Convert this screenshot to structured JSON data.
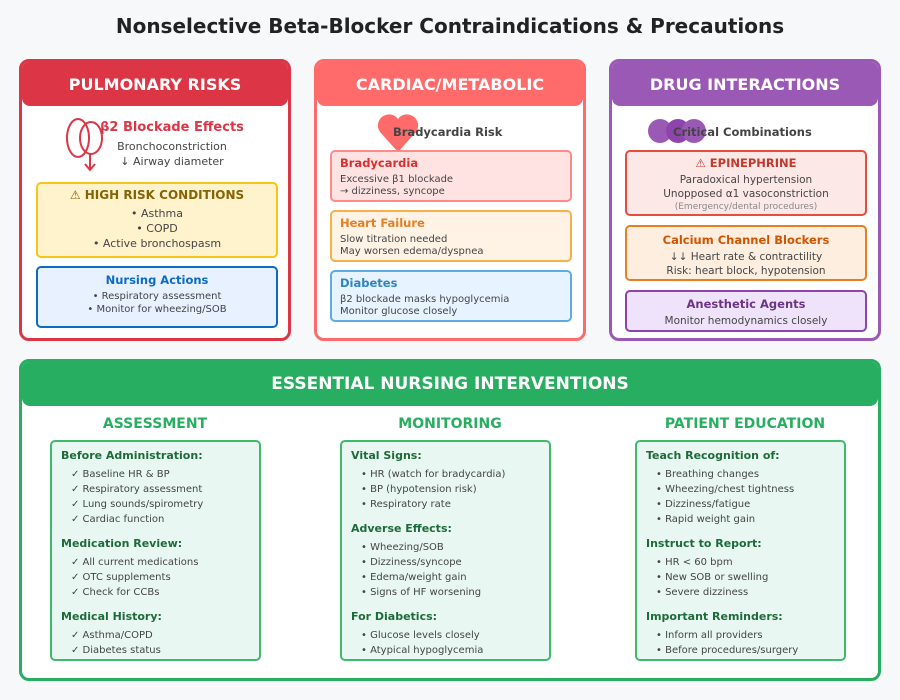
{
  "title": "Nonselective Beta-Blocker Contraindications & Precautions",
  "pulmonary": {
    "header": "PULMONARY RISKS",
    "effects_title": "β2 Blockade Effects",
    "effects": [
      "Bronchoconstriction",
      "↓ Airway diameter"
    ],
    "high_risk": {
      "title": "⚠ HIGH RISK CONDITIONS",
      "items": [
        "• Asthma",
        "• COPD",
        "• Active bronchospasm"
      ]
    },
    "nursing": {
      "title": "Nursing Actions",
      "items": [
        "• Respiratory assessment",
        "• Monitor for wheezing/SOB"
      ]
    }
  },
  "cardiac": {
    "header": "CARDIAC/METABOLIC",
    "subtitle": "Bradycardia Risk",
    "boxes": [
      {
        "title": "Bradycardia",
        "lines": [
          "Excessive β1 blockade",
          "→ dizziness, syncope"
        ]
      },
      {
        "title": "Heart Failure",
        "lines": [
          "Slow titration needed",
          "May worsen edema/dyspnea"
        ]
      },
      {
        "title": "Diabetes",
        "lines": [
          "β2 blockade masks hypoglycemia",
          "Monitor glucose closely"
        ]
      }
    ]
  },
  "drugs": {
    "header": "DRUG INTERACTIONS",
    "subtitle": "Critical Combinations",
    "epi": {
      "title": "⚠ EPINEPHRINE",
      "lines": [
        "Paradoxical hypertension",
        "Unopposed α1 vasoconstriction"
      ],
      "note": "(Emergency/dental procedures)"
    },
    "ccb": {
      "title": "Calcium Channel Blockers",
      "lines": [
        "↓↓ Heart rate & contractility",
        "Risk: heart block, hypotension"
      ]
    },
    "anes": {
      "title": "Anesthetic Agents",
      "lines": [
        "Monitor hemodynamics closely"
      ]
    }
  },
  "interventions": {
    "header": "ESSENTIAL NURSING INTERVENTIONS",
    "columns": [
      {
        "title": "ASSESSMENT",
        "sections": [
          {
            "heading": "Before Administration:",
            "items": [
              "✓ Baseline HR & BP",
              "✓ Respiratory assessment",
              "✓ Lung sounds/spirometry",
              "✓ Cardiac function"
            ]
          },
          {
            "heading": "Medication Review:",
            "items": [
              "✓ All current medications",
              "✓ OTC supplements",
              "✓ Check for CCBs"
            ]
          },
          {
            "heading": "Medical History:",
            "items": [
              "✓ Asthma/COPD",
              "✓ Diabetes status"
            ]
          }
        ]
      },
      {
        "title": "MONITORING",
        "sections": [
          {
            "heading": "Vital Signs:",
            "items": [
              "• HR (watch for bradycardia)",
              "• BP (hypotension risk)",
              "• Respiratory rate"
            ]
          },
          {
            "heading": "Adverse Effects:",
            "items": [
              "• Wheezing/SOB",
              "• Dizziness/syncope",
              "• Edema/weight gain",
              "• Signs of HF worsening"
            ]
          },
          {
            "heading": "For Diabetics:",
            "items": [
              "• Glucose levels closely",
              "• Atypical hypoglycemia"
            ]
          }
        ]
      },
      {
        "title": "PATIENT EDUCATION",
        "sections": [
          {
            "heading": "Teach Recognition of:",
            "items": [
              "• Breathing changes",
              "• Wheezing/chest tightness",
              "• Dizziness/fatigue",
              "• Rapid weight gain"
            ]
          },
          {
            "heading": "Instruct to Report:",
            "items": [
              "• HR < 60 bpm",
              "• New SOB or swelling",
              "• Severe dizziness"
            ]
          },
          {
            "heading": "Important Reminders:",
            "items": [
              "• Inform all providers",
              "• Before procedures/surgery"
            ]
          }
        ]
      }
    ]
  },
  "colors": {
    "pulmonary": "#dc3545",
    "cardiac": "#ff6b6b",
    "drugs": "#9b59b6",
    "interventions": "#27ae60"
  }
}
